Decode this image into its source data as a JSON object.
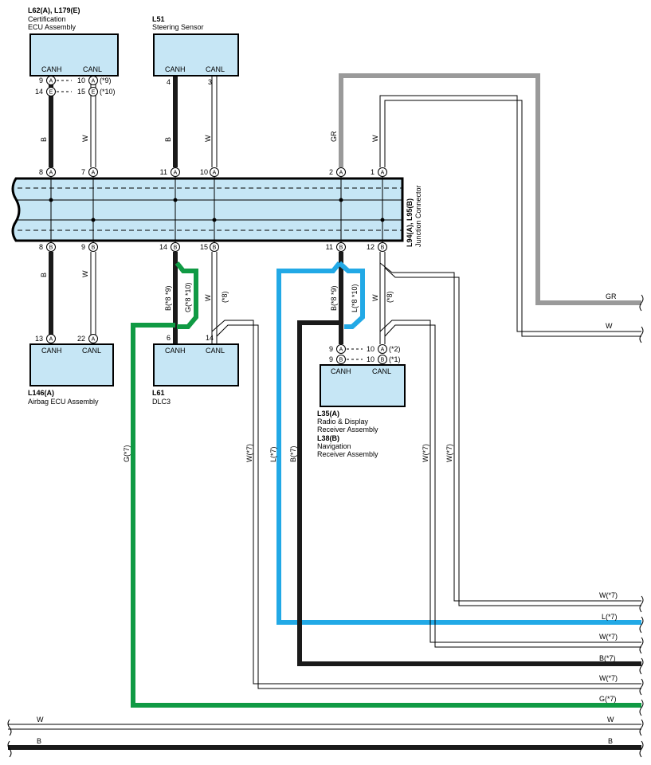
{
  "components": {
    "cert": {
      "code": "L62(A), L179(E)",
      "line1": "Certification",
      "line2": "ECU Assembly",
      "canh": "CANH",
      "canl": "CANL"
    },
    "steer": {
      "code": "L51",
      "line1": "Steering Sensor",
      "canh": "CANH",
      "canl": "CANL"
    },
    "airbag": {
      "code": "L146(A)",
      "line1": "Airbag ECU Assembly",
      "canh": "CANH",
      "canl": "CANL"
    },
    "dlc3": {
      "code": "L61",
      "line1": "DLC3",
      "canh": "CANH",
      "canl": "CANL"
    },
    "radio": {
      "code": "L35(A)",
      "line1": "Radio & Display",
      "line2": "Receiver Assembly",
      "code2": "L38(B)",
      "line3": "Navigation",
      "line4": "Receiver Assembly",
      "canh": "CANH",
      "canl": "CANL"
    },
    "junction": {
      "code": "L94(A), L95(B)",
      "name": "Junction Connector"
    }
  },
  "pins": {
    "cert_9": "9",
    "cert_10": "10",
    "cert_14": "14",
    "cert_15": "15",
    "cert_n9": "(*9)",
    "cert_n10": "(*10)",
    "steer_4": "4",
    "steer_3": "3",
    "jt_8": "8",
    "jt_7": "7",
    "jt_11": "11",
    "jt_10": "10",
    "jt_2": "2",
    "jt_1": "1",
    "jb_8": "8",
    "jb_9": "9",
    "jb_14": "14",
    "jb_15": "15",
    "jb_11": "11",
    "jb_12": "12",
    "air_13": "13",
    "air_22": "22",
    "dlc_6": "6",
    "dlc_14": "14",
    "rad_9a": "9",
    "rad_10a": "10",
    "rad_9b": "9",
    "rad_10b": "10",
    "rad_n2": "(*2)",
    "rad_n1": "(*1)"
  },
  "pin_letters": {
    "A": "A",
    "E": "E",
    "B": "B"
  },
  "wire_labels": {
    "b": "B",
    "w": "W",
    "gr": "GR",
    "b89": "B(*8 *9)",
    "g810": "G(*8 *10)",
    "l810": "L(*8 *10)",
    "n8": "(*8)",
    "g7": "G(*7)",
    "w7": "W(*7)",
    "l7": "L(*7)",
    "b7": "B(*7)"
  },
  "colors": {
    "black": "#1a1a1a",
    "gray": "#9a9a9a",
    "green": "#109a44",
    "blue": "#22a9e6",
    "box_fill": "#c6e6f5"
  }
}
